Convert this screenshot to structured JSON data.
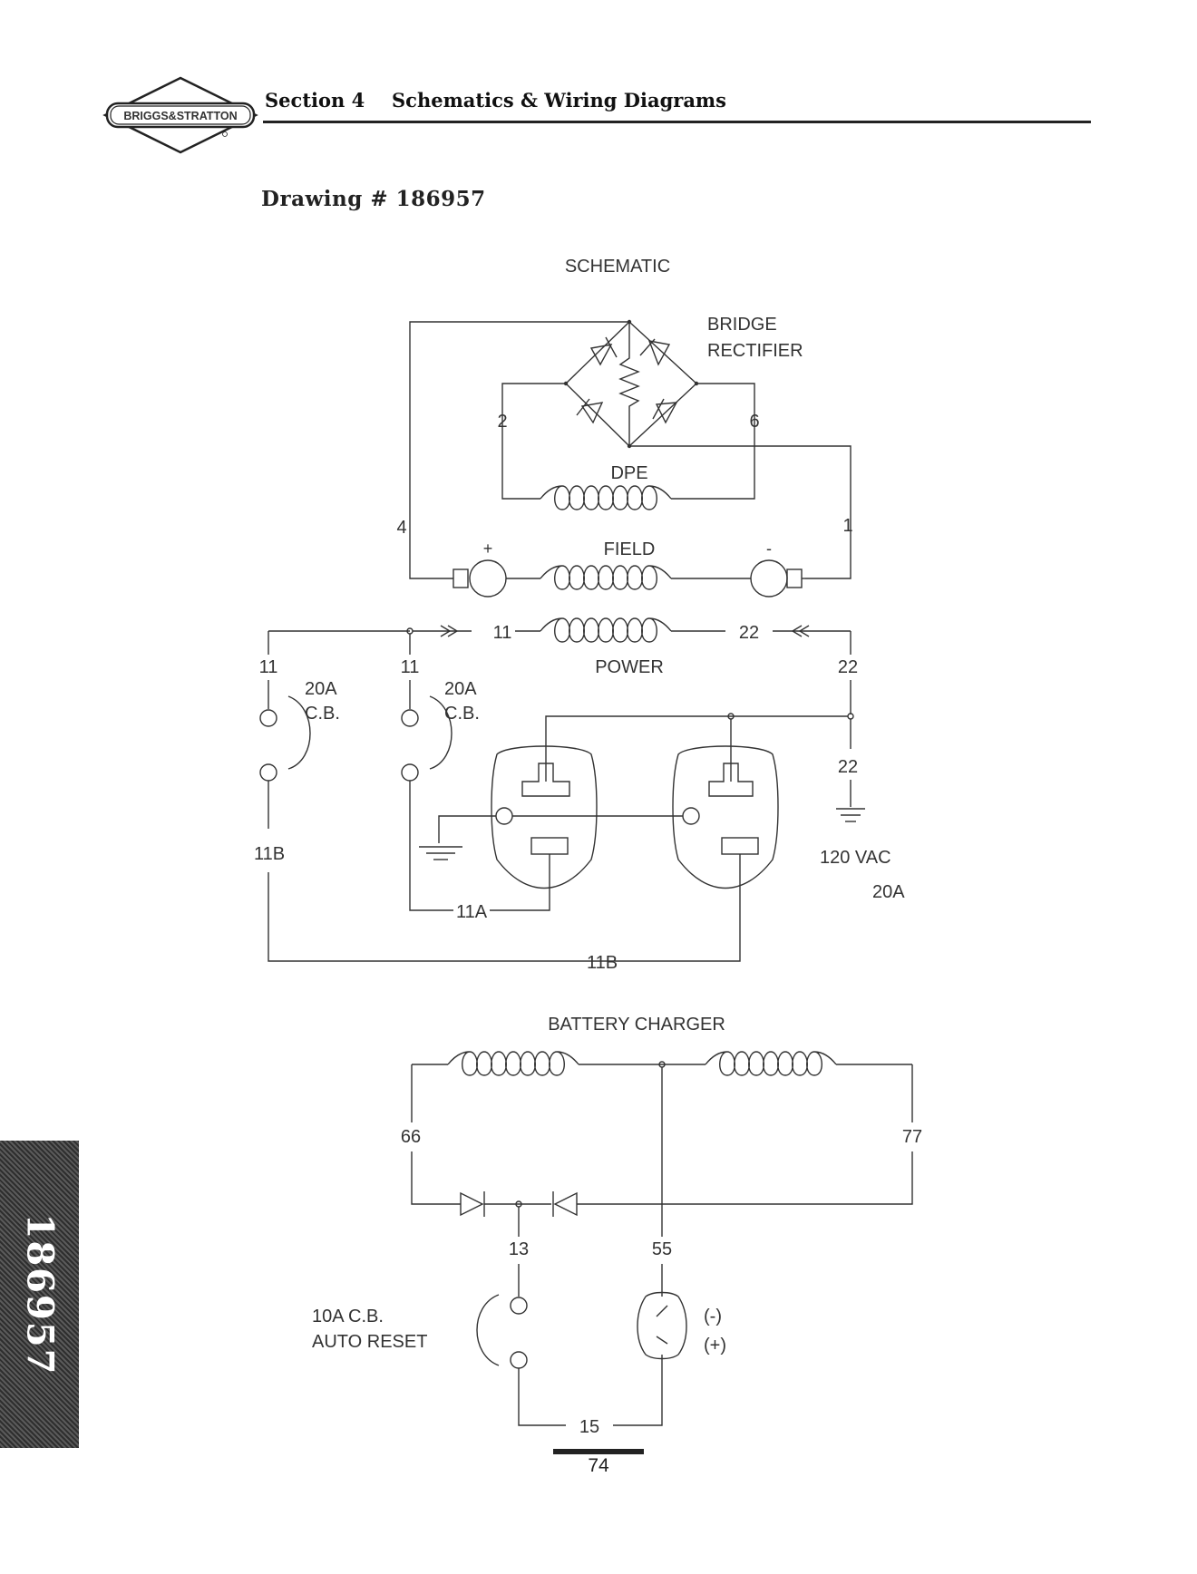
{
  "header": {
    "logo_text": "BRIGGS&STRATTON",
    "section": "Section 4",
    "title": "Schematics & Wiring Diagrams"
  },
  "drawing_number": "Drawing # 186957",
  "side_tab": "186957",
  "page_number": "74",
  "schematic": {
    "title": "SCHEMATIC",
    "bridge_rectifier_line1": "BRIDGE",
    "bridge_rectifier_line2": "RECTIFIER",
    "dpe": "DPE",
    "field": "FIELD",
    "power": "POWER",
    "plus": "+",
    "minus": "-",
    "wires": {
      "w2": "2",
      "w6": "6",
      "w4": "4",
      "w1": "1",
      "w11": "11",
      "w22": "22",
      "w11_left": "11",
      "w11_mid": "11",
      "w22_right": "22",
      "w22_lower": "22",
      "w11b_left": "11B",
      "w11a": "11A",
      "w11b_bottom": "11B"
    },
    "breaker_left_line1": "20A",
    "breaker_left_line2": "C.B.",
    "breaker_mid_line1": "20A",
    "breaker_mid_line2": "C.B.",
    "outlet_voltage": "120 VAC",
    "outlet_amps": "20A"
  },
  "battery_charger": {
    "title": "BATTERY CHARGER",
    "wires": {
      "w66": "66",
      "w77": "77",
      "w13": "13",
      "w55": "55",
      "w15": "15"
    },
    "breaker_line1": "10A C.B.",
    "breaker_line2": "AUTO RESET",
    "neg": "(-)",
    "pos": "(+)"
  }
}
